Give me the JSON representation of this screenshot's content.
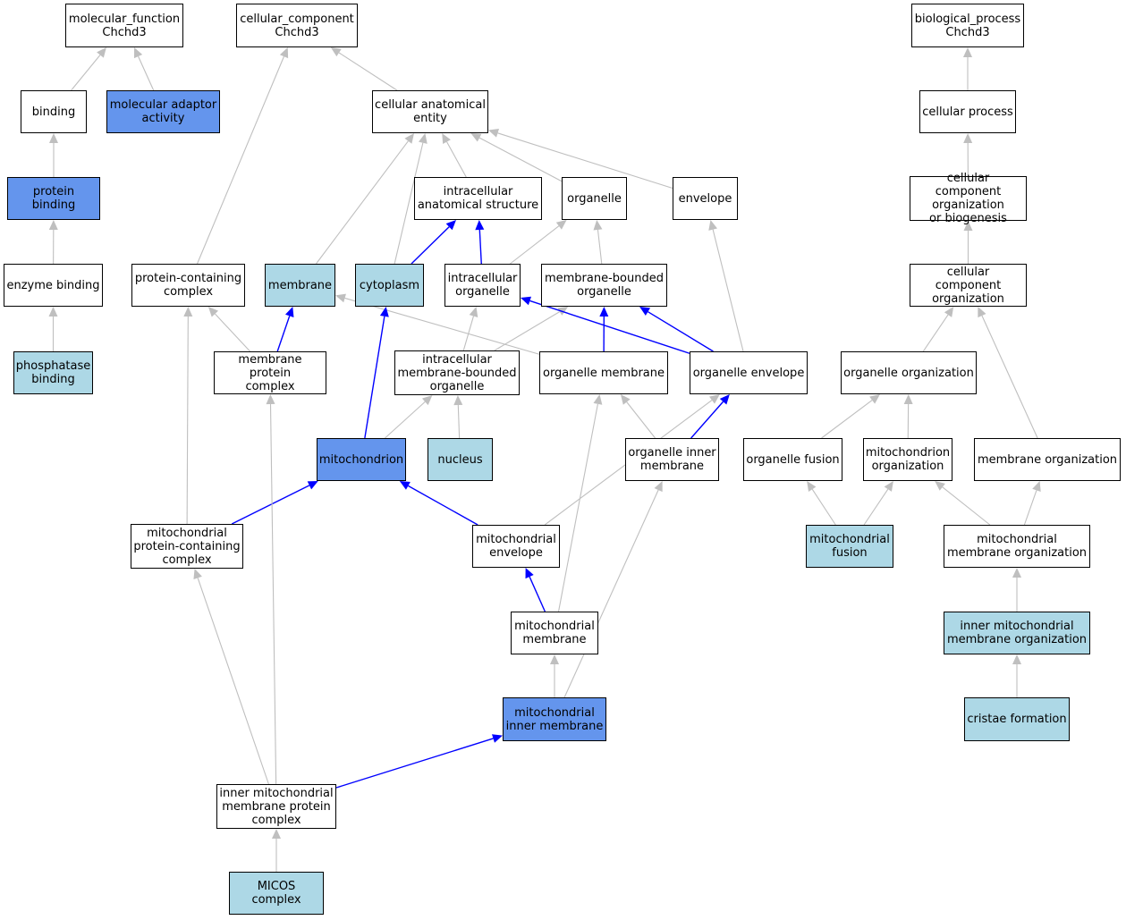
{
  "colors": {
    "white_fill": "#ffffff",
    "light_fill": "#add8e6",
    "blue_fill": "#6495ed",
    "gray_edge": "#bfbfbf",
    "blue_edge": "#0000ff"
  },
  "nodes": {
    "mf_root": {
      "label": "molecular_function\nChchd3",
      "style": "white"
    },
    "cc_root": {
      "label": "cellular_component\nChchd3",
      "style": "white"
    },
    "bp_root": {
      "label": "biological_process\nChchd3",
      "style": "white"
    },
    "binding": {
      "label": "binding",
      "style": "white"
    },
    "molecular_adaptor_activity": {
      "label": "molecular adaptor\nactivity",
      "style": "blue"
    },
    "protein_binding": {
      "label": "protein binding",
      "style": "blue"
    },
    "enzyme_binding": {
      "label": "enzyme binding",
      "style": "white"
    },
    "phosphatase_binding": {
      "label": "phosphatase\nbinding",
      "style": "light"
    },
    "cellular_anatomical_entity": {
      "label": "cellular anatomical\nentity",
      "style": "white"
    },
    "intracellular_anatomical_structure": {
      "label": "intracellular\nanatomical structure",
      "style": "white"
    },
    "organelle": {
      "label": "organelle",
      "style": "white"
    },
    "envelope": {
      "label": "envelope",
      "style": "white"
    },
    "protein_containing_complex": {
      "label": "protein-containing\ncomplex",
      "style": "white"
    },
    "membrane": {
      "label": "membrane",
      "style": "light"
    },
    "cytoplasm": {
      "label": "cytoplasm",
      "style": "light"
    },
    "intracellular_organelle": {
      "label": "intracellular\norganelle",
      "style": "white"
    },
    "membrane_bounded_organelle": {
      "label": "membrane-bounded\norganelle",
      "style": "white"
    },
    "membrane_protein_complex": {
      "label": "membrane protein\ncomplex",
      "style": "white"
    },
    "intracellular_membrane_bounded_organelle": {
      "label": "intracellular\nmembrane-bounded\norganelle",
      "style": "white"
    },
    "organelle_membrane": {
      "label": "organelle membrane",
      "style": "white"
    },
    "organelle_envelope": {
      "label": "organelle envelope",
      "style": "white"
    },
    "mitochondrion": {
      "label": "mitochondrion",
      "style": "blue"
    },
    "nucleus": {
      "label": "nucleus",
      "style": "light"
    },
    "organelle_inner_membrane": {
      "label": "organelle inner\nmembrane",
      "style": "white"
    },
    "mitochondrial_protein_containing_complex": {
      "label": "mitochondrial\nprotein-containing\ncomplex",
      "style": "white"
    },
    "mitochondrial_envelope": {
      "label": "mitochondrial\nenvelope",
      "style": "white"
    },
    "mitochondrial_membrane": {
      "label": "mitochondrial\nmembrane",
      "style": "white"
    },
    "mitochondrial_inner_membrane": {
      "label": "mitochondrial\ninner membrane",
      "style": "blue"
    },
    "inner_mitochondrial_membrane_protein_complex": {
      "label": "inner mitochondrial\nmembrane protein\ncomplex",
      "style": "white"
    },
    "micos_complex": {
      "label": "MICOS complex",
      "style": "light"
    },
    "cellular_process": {
      "label": "cellular process",
      "style": "white"
    },
    "cellular_component_organization_or_biogenesis": {
      "label": "cellular component\norganization\nor biogenesis",
      "style": "white"
    },
    "cellular_component_organization": {
      "label": "cellular component\norganization",
      "style": "white"
    },
    "organelle_organization": {
      "label": "organelle organization",
      "style": "white"
    },
    "organelle_fusion": {
      "label": "organelle fusion",
      "style": "white"
    },
    "mitochondrion_organization": {
      "label": "mitochondrion\norganization",
      "style": "white"
    },
    "membrane_organization": {
      "label": "membrane organization",
      "style": "white"
    },
    "mitochondrial_fusion": {
      "label": "mitochondrial\nfusion",
      "style": "light"
    },
    "mitochondrial_membrane_organization": {
      "label": "mitochondrial\nmembrane organization",
      "style": "white"
    },
    "inner_mitochondrial_membrane_organization": {
      "label": "inner mitochondrial\nmembrane organization",
      "style": "light"
    },
    "cristae_formation": {
      "label": "cristae formation",
      "style": "light"
    }
  },
  "edges": [
    {
      "from": "binding",
      "to": "mf_root",
      "color": "gray"
    },
    {
      "from": "molecular_adaptor_activity",
      "to": "mf_root",
      "color": "gray"
    },
    {
      "from": "protein_binding",
      "to": "binding",
      "color": "gray"
    },
    {
      "from": "enzyme_binding",
      "to": "protein_binding",
      "color": "gray"
    },
    {
      "from": "phosphatase_binding",
      "to": "enzyme_binding",
      "color": "gray"
    },
    {
      "from": "cellular_anatomical_entity",
      "to": "cc_root",
      "color": "gray"
    },
    {
      "from": "protein_containing_complex",
      "to": "cc_root",
      "color": "gray"
    },
    {
      "from": "intracellular_anatomical_structure",
      "to": "cellular_anatomical_entity",
      "color": "gray"
    },
    {
      "from": "organelle",
      "to": "cellular_anatomical_entity",
      "color": "gray"
    },
    {
      "from": "envelope",
      "to": "cellular_anatomical_entity",
      "color": "gray"
    },
    {
      "from": "membrane",
      "to": "cellular_anatomical_entity",
      "color": "gray"
    },
    {
      "from": "cytoplasm",
      "to": "cellular_anatomical_entity",
      "color": "gray"
    },
    {
      "from": "cytoplasm",
      "to": "intracellular_anatomical_structure",
      "color": "blue"
    },
    {
      "from": "intracellular_organelle",
      "to": "intracellular_anatomical_structure",
      "color": "blue"
    },
    {
      "from": "intracellular_organelle",
      "to": "organelle",
      "color": "gray"
    },
    {
      "from": "membrane_bounded_organelle",
      "to": "organelle",
      "color": "gray"
    },
    {
      "from": "membrane_protein_complex",
      "to": "protein_containing_complex",
      "color": "gray"
    },
    {
      "from": "membrane_protein_complex",
      "to": "membrane",
      "color": "blue"
    },
    {
      "from": "intracellular_membrane_bounded_organelle",
      "to": "intracellular_organelle",
      "color": "gray"
    },
    {
      "from": "intracellular_membrane_bounded_organelle",
      "to": "membrane_bounded_organelle",
      "color": "gray"
    },
    {
      "from": "organelle_membrane",
      "to": "membrane",
      "color": "gray"
    },
    {
      "from": "organelle_membrane",
      "to": "membrane_bounded_organelle",
      "color": "blue"
    },
    {
      "from": "organelle_envelope",
      "to": "intracellular_organelle",
      "color": "blue"
    },
    {
      "from": "organelle_envelope",
      "to": "membrane_bounded_organelle",
      "color": "blue"
    },
    {
      "from": "organelle_envelope",
      "to": "envelope",
      "color": "gray"
    },
    {
      "from": "mitochondrion",
      "to": "cytoplasm",
      "color": "blue"
    },
    {
      "from": "mitochondrion",
      "to": "intracellular_membrane_bounded_organelle",
      "color": "gray"
    },
    {
      "from": "nucleus",
      "to": "intracellular_membrane_bounded_organelle",
      "color": "gray"
    },
    {
      "from": "organelle_inner_membrane",
      "to": "organelle_membrane",
      "color": "gray"
    },
    {
      "from": "organelle_inner_membrane",
      "to": "organelle_envelope",
      "color": "blue"
    },
    {
      "from": "mitochondrial_protein_containing_complex",
      "to": "protein_containing_complex",
      "color": "gray"
    },
    {
      "from": "mitochondrial_protein_containing_complex",
      "to": "mitochondrion",
      "color": "blue"
    },
    {
      "from": "mitochondrial_envelope",
      "to": "mitochondrion",
      "color": "blue"
    },
    {
      "from": "mitochondrial_envelope",
      "to": "organelle_envelope",
      "color": "gray"
    },
    {
      "from": "mitochondrial_membrane",
      "to": "mitochondrial_envelope",
      "color": "blue"
    },
    {
      "from": "mitochondrial_membrane",
      "to": "organelle_membrane",
      "color": "gray"
    },
    {
      "from": "mitochondrial_inner_membrane",
      "to": "mitochondrial_membrane",
      "color": "gray"
    },
    {
      "from": "mitochondrial_inner_membrane",
      "to": "organelle_inner_membrane",
      "color": "gray"
    },
    {
      "from": "inner_mitochondrial_membrane_protein_complex",
      "to": "mitochondrial_inner_membrane",
      "color": "blue"
    },
    {
      "from": "inner_mitochondrial_membrane_protein_complex",
      "to": "mitochondrial_protein_containing_complex",
      "color": "gray"
    },
    {
      "from": "inner_mitochondrial_membrane_protein_complex",
      "to": "membrane_protein_complex",
      "color": "gray"
    },
    {
      "from": "micos_complex",
      "to": "inner_mitochondrial_membrane_protein_complex",
      "color": "gray"
    },
    {
      "from": "cellular_process",
      "to": "bp_root",
      "color": "gray"
    },
    {
      "from": "cellular_component_organization_or_biogenesis",
      "to": "cellular_process",
      "color": "gray"
    },
    {
      "from": "cellular_component_organization",
      "to": "cellular_component_organization_or_biogenesis",
      "color": "gray"
    },
    {
      "from": "organelle_organization",
      "to": "cellular_component_organization",
      "color": "gray"
    },
    {
      "from": "membrane_organization",
      "to": "cellular_component_organization",
      "color": "gray"
    },
    {
      "from": "organelle_fusion",
      "to": "organelle_organization",
      "color": "gray"
    },
    {
      "from": "mitochondrion_organization",
      "to": "organelle_organization",
      "color": "gray"
    },
    {
      "from": "mitochondrial_fusion",
      "to": "organelle_fusion",
      "color": "gray"
    },
    {
      "from": "mitochondrial_fusion",
      "to": "mitochondrion_organization",
      "color": "gray"
    },
    {
      "from": "mitochondrial_membrane_organization",
      "to": "mitochondrion_organization",
      "color": "gray"
    },
    {
      "from": "mitochondrial_membrane_organization",
      "to": "membrane_organization",
      "color": "gray"
    },
    {
      "from": "inner_mitochondrial_membrane_organization",
      "to": "mitochondrial_membrane_organization",
      "color": "gray"
    },
    {
      "from": "cristae_formation",
      "to": "inner_mitochondrial_membrane_organization",
      "color": "gray"
    }
  ]
}
